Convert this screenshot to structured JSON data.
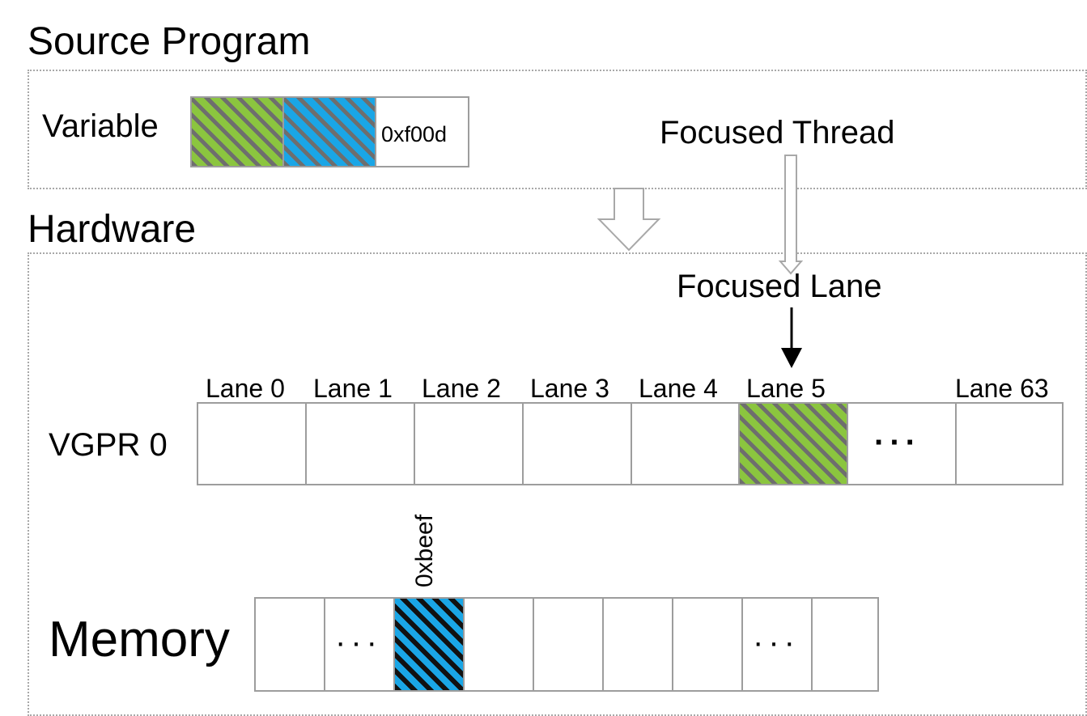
{
  "source_program": {
    "title": "Source Program",
    "variable_label": "Variable",
    "variable_value": "0xf00d",
    "focused_thread_label": "Focused Thread"
  },
  "hardware": {
    "title": "Hardware",
    "focused_lane_label": "Focused Lane",
    "vgpr_label": "VGPR 0",
    "lanes": [
      "Lane 0",
      "Lane 1",
      "Lane 2",
      "Lane 3",
      "Lane 4",
      "Lane 5",
      "Lane 63"
    ],
    "vgpr_ellipsis": "···",
    "memory_label": "Memory",
    "memory_address": "0xbeef",
    "memory_ellipsis": "···"
  },
  "colors": {
    "green": "#8bc53f",
    "blue": "#1aa6e6",
    "border": "#9d9d9d"
  }
}
